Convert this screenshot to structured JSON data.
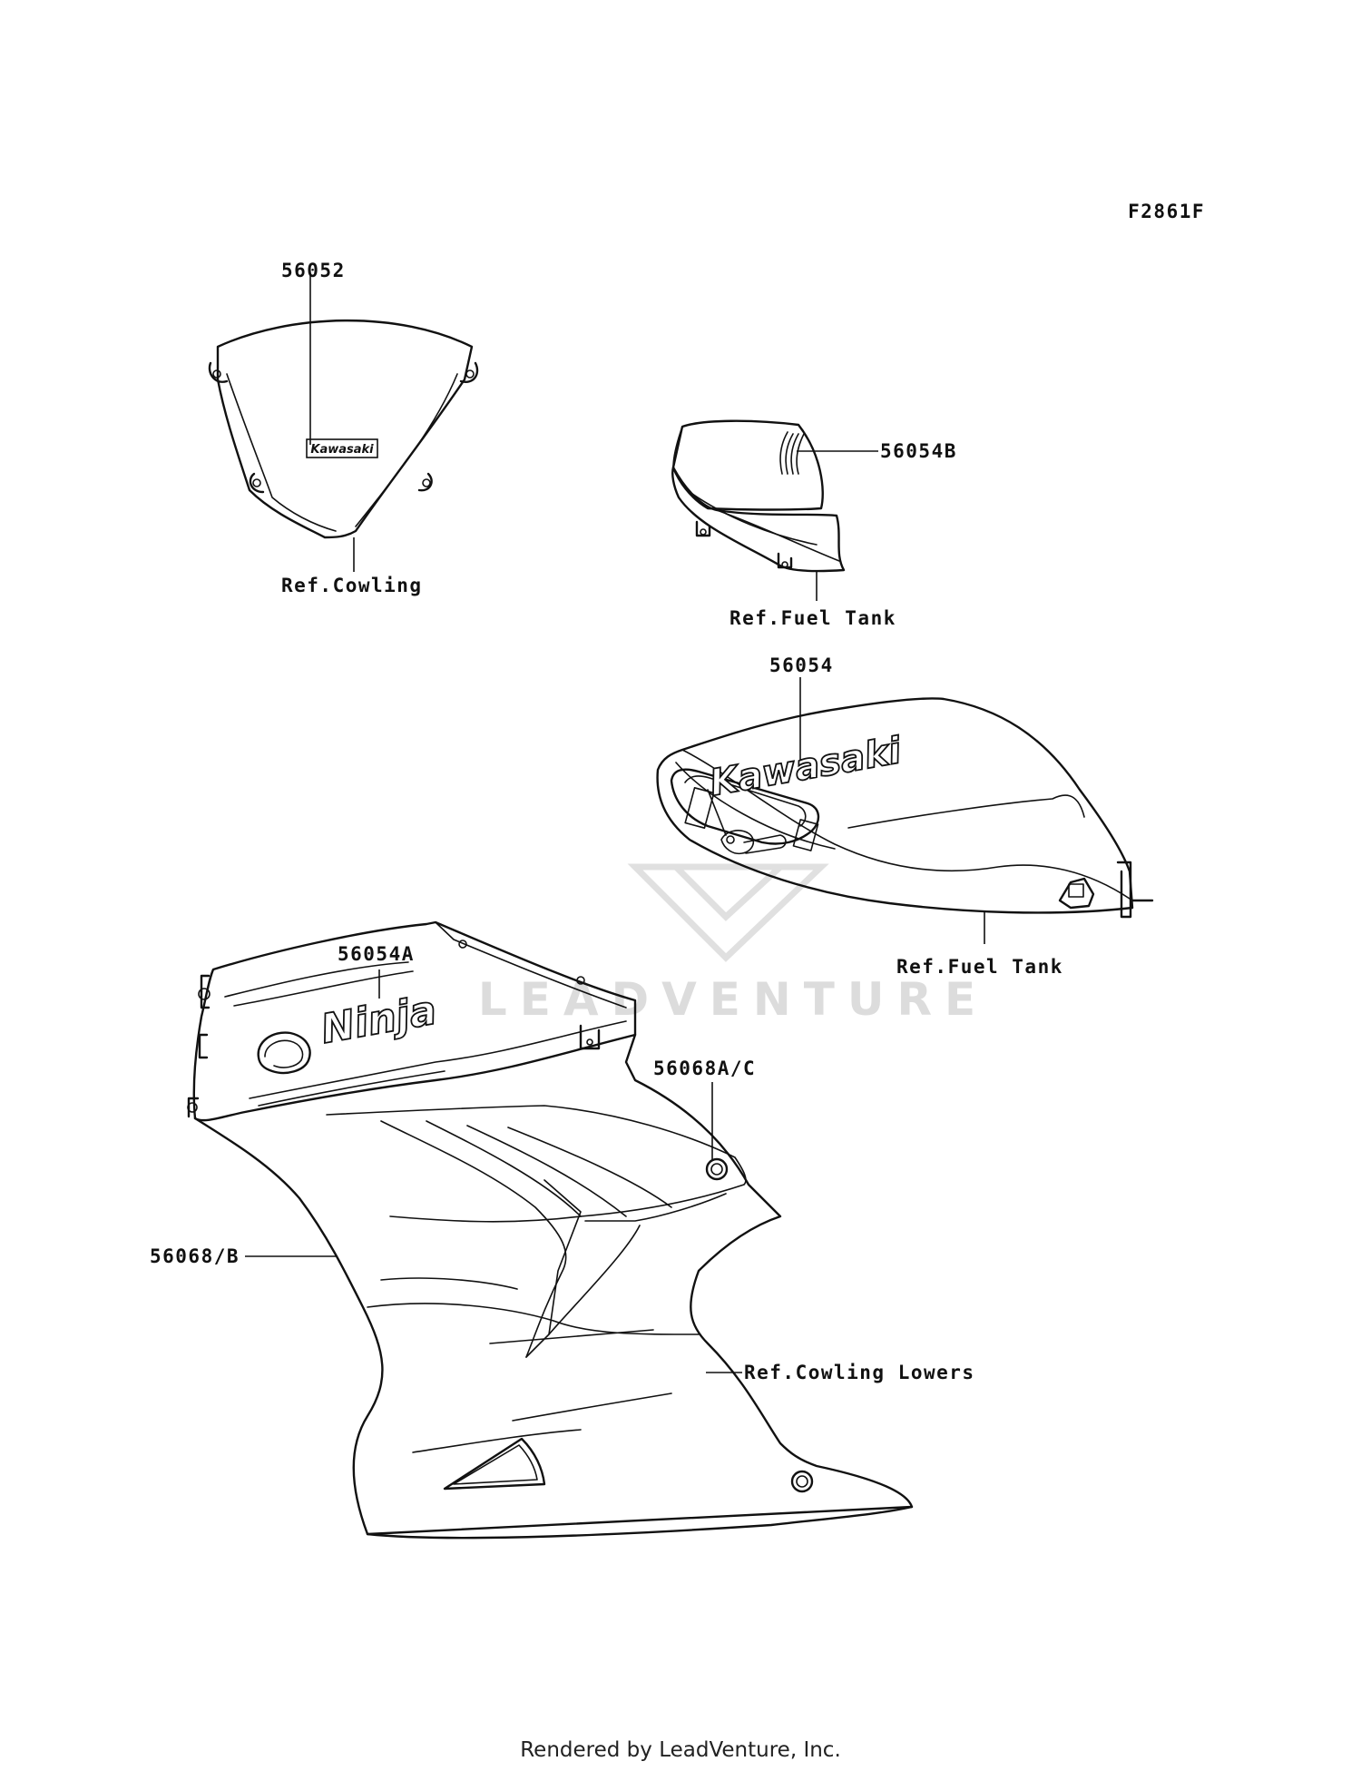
{
  "figure_code": "F2861F",
  "watermark": "LEADVENTURE",
  "footer": "Rendered by LeadVenture, Inc.",
  "parts": {
    "windshield_decal": "56052",
    "tank_side_decal": "56054B",
    "tank_decal": "56054",
    "cowl_decal_ninja": "56054A",
    "lower_decal_small": "56068A/C",
    "lower_decal": "56068/B"
  },
  "references": {
    "cowling": "Ref.Cowling",
    "fuel_tank_upper": "Ref.Fuel Tank",
    "fuel_tank_lower": "Ref.Fuel Tank",
    "cowling_lowers": "Ref.Cowling Lowers"
  },
  "logos": {
    "kawasaki_small": "Kawasaki",
    "kawasaki_large": "Kawasaki",
    "ninja": "Ninja"
  }
}
